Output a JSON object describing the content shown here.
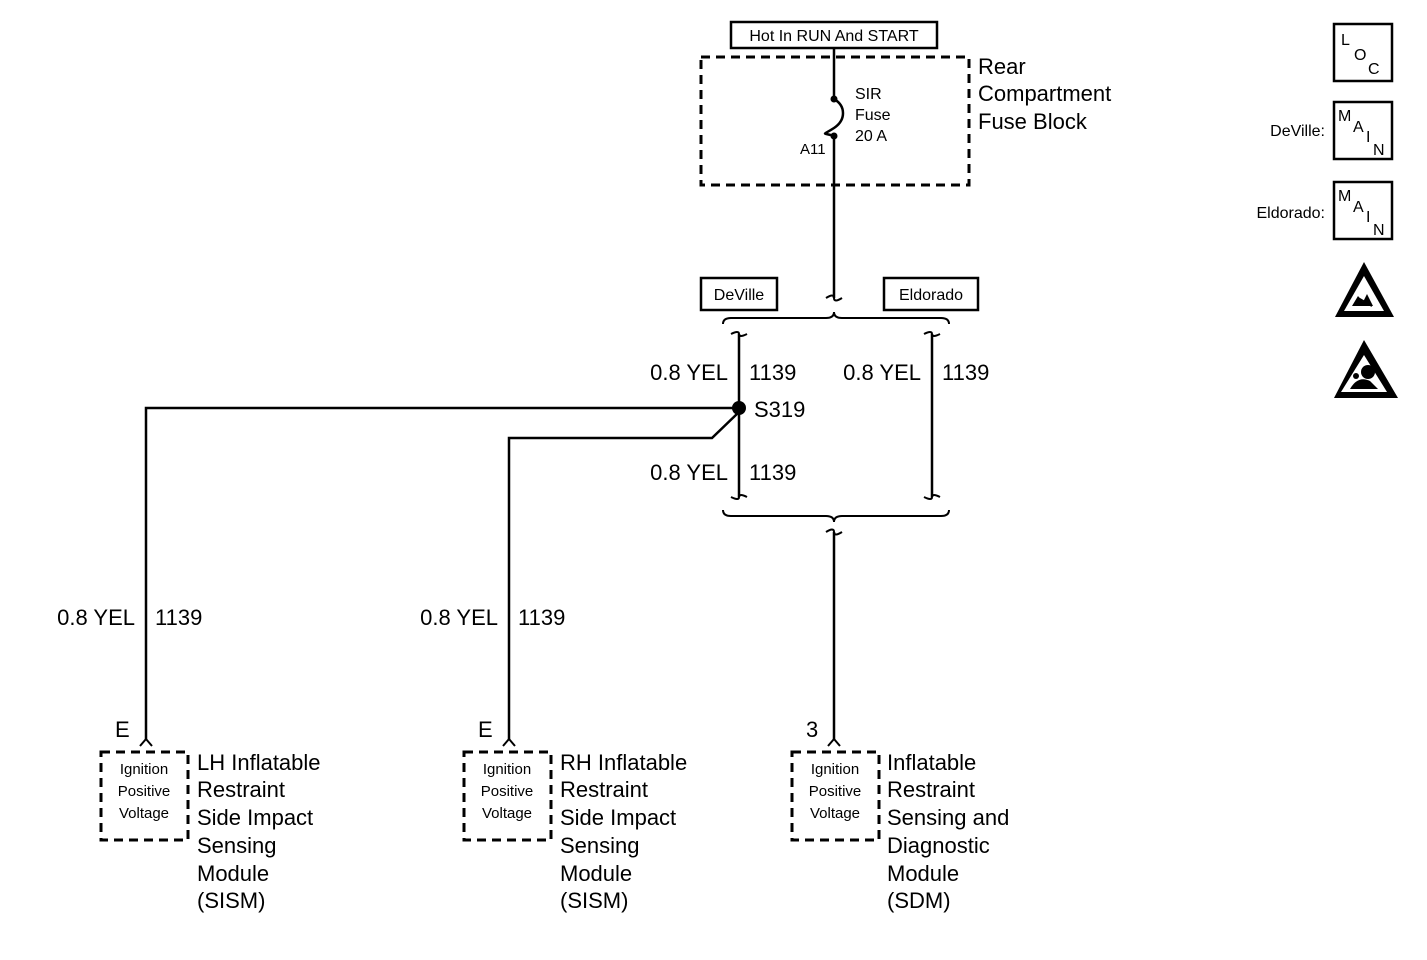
{
  "power": {
    "hot_label": "Hot In RUN And START",
    "fuse_block_line1": "Rear",
    "fuse_block_line2": "Compartment",
    "fuse_block_line3": "Fuse Block",
    "fuse_name1": "SIR",
    "fuse_name2": "Fuse",
    "fuse_rating": "20 A",
    "fuse_terminal": "A11"
  },
  "options": {
    "deville": "DeVille",
    "eldorado": "Eldorado"
  },
  "wires": {
    "left_branch_size": "0.8 YEL",
    "left_branch_circuit": "1139",
    "right_branch_size": "0.8 YEL",
    "right_branch_circuit": "1139",
    "lower_branch_size": "0.8 YEL",
    "lower_branch_circuit": "1139",
    "lh_size": "0.8 YEL",
    "lh_circuit": "1139",
    "rh_size": "0.8 YEL",
    "rh_circuit": "1139",
    "splice": "S319"
  },
  "modules": [
    {
      "pin": "E",
      "input_line1": "Ignition",
      "input_line2": "Positive",
      "input_line3": "Voltage",
      "name_lines": [
        "LH Inflatable",
        "Restraint",
        "Side Impact",
        "Sensing",
        "Module",
        "(SISM)"
      ]
    },
    {
      "pin": "E",
      "input_line1": "Ignition",
      "input_line2": "Positive",
      "input_line3": "Voltage",
      "name_lines": [
        "RH Inflatable",
        "Restraint",
        "Side Impact",
        "Sensing",
        "Module",
        "(SISM)"
      ]
    },
    {
      "pin": "3",
      "input_line1": "Ignition",
      "input_line2": "Positive",
      "input_line3": "Voltage",
      "name_lines": [
        "Inflatable",
        "Restraint",
        "Sensing and",
        "Diagnostic",
        "Module",
        "(SDM)"
      ]
    }
  ],
  "legend": {
    "loc_letters": [
      "L",
      "O",
      "C"
    ],
    "main_letters": [
      "M",
      "A",
      "I",
      "N"
    ],
    "deville_label": "DeVille:",
    "eldorado_label": "Eldorado:",
    "icons": [
      "esd-warning-icon",
      "airbag-warning-icon"
    ]
  }
}
